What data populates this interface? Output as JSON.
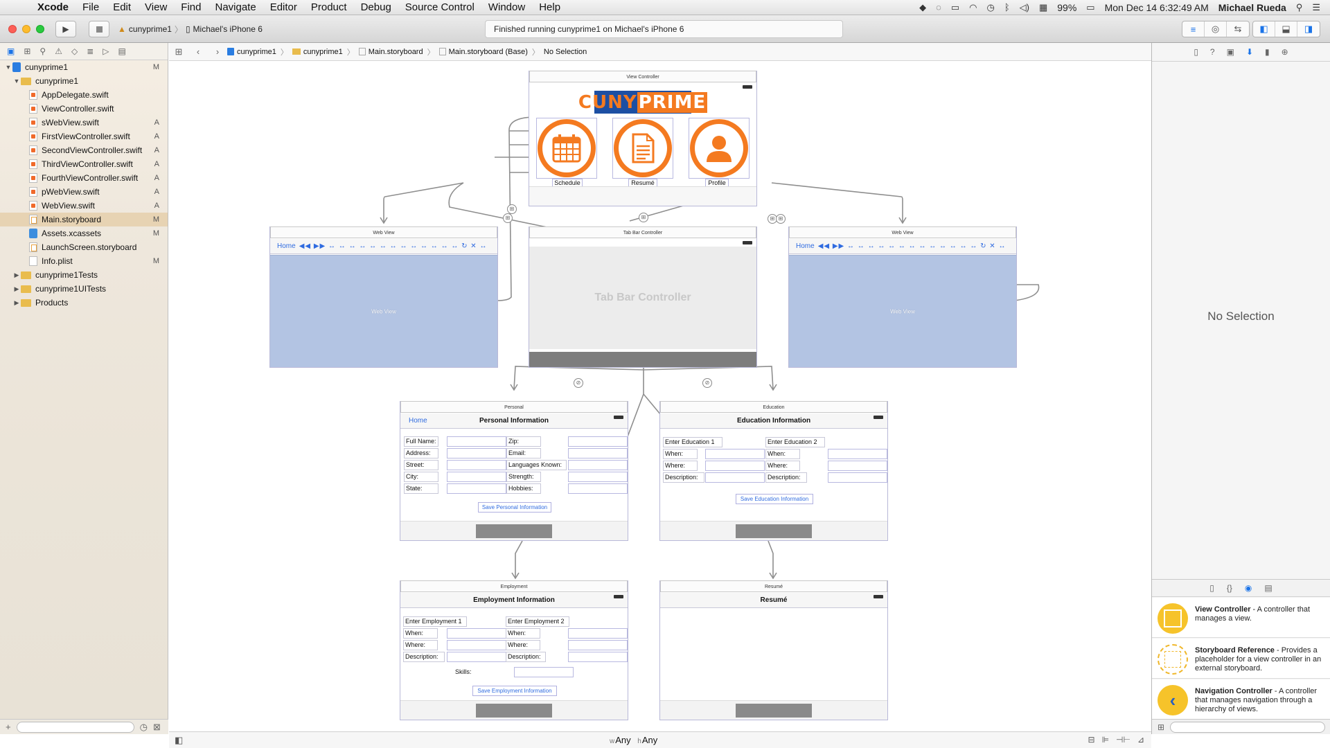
{
  "menubar": {
    "app": "Xcode",
    "items": [
      "File",
      "Edit",
      "View",
      "Find",
      "Navigate",
      "Editor",
      "Product",
      "Debug",
      "Source Control",
      "Window",
      "Help"
    ],
    "battery": "99%",
    "datetime": "Mon Dec 14  6:32:49 AM",
    "user": "Michael Rueda"
  },
  "toolbar": {
    "scheme": "cunyprime1",
    "device": "Michael's iPhone 6",
    "activity": "Finished running cunyprime1 on Michael's iPhone 6"
  },
  "navigator": {
    "items": [
      {
        "label": "cunyprime1",
        "badge": "M",
        "kind": "proj"
      },
      {
        "label": "cunyprime1",
        "badge": "",
        "kind": "folder"
      },
      {
        "label": "AppDelegate.swift",
        "badge": "",
        "kind": "swift"
      },
      {
        "label": "ViewController.swift",
        "badge": "",
        "kind": "swift"
      },
      {
        "label": "sWebView.swift",
        "badge": "A",
        "kind": "swift"
      },
      {
        "label": "FirstViewController.swift",
        "badge": "A",
        "kind": "swift"
      },
      {
        "label": "SecondViewController.swift",
        "badge": "A",
        "kind": "swift"
      },
      {
        "label": "ThirdViewController.swift",
        "badge": "A",
        "kind": "swift"
      },
      {
        "label": "FourthViewController.swift",
        "badge": "A",
        "kind": "swift"
      },
      {
        "label": "pWebView.swift",
        "badge": "A",
        "kind": "swift"
      },
      {
        "label": "WebView.swift",
        "badge": "A",
        "kind": "swift"
      },
      {
        "label": "Main.storyboard",
        "badge": "M",
        "kind": "sb"
      },
      {
        "label": "Assets.xcassets",
        "badge": "M",
        "kind": "assets"
      },
      {
        "label": "LaunchScreen.storyboard",
        "badge": "",
        "kind": "sb"
      },
      {
        "label": "Info.plist",
        "badge": "M",
        "kind": "plist"
      },
      {
        "label": "cunyprime1Tests",
        "badge": "",
        "kind": "folder"
      },
      {
        "label": "cunyprime1UITests",
        "badge": "",
        "kind": "folder"
      },
      {
        "label": "Products",
        "badge": "",
        "kind": "folder"
      }
    ],
    "selected_index": 11
  },
  "jumpbar": {
    "crumbs": [
      "cunyprime1",
      "cunyprime1",
      "Main.storyboard",
      "Main.storyboard (Base)",
      "No Selection"
    ]
  },
  "storyboard": {
    "view_controller": {
      "title": "View Controller",
      "logo_a": "CUNY",
      "logo_b": "PRIME",
      "labels": [
        "Schedule",
        "Resumé",
        "Profile"
      ]
    },
    "tab_bar_controller": {
      "title": "Tab Bar Controller",
      "placeholder": "Tab Bar Controller"
    },
    "web_view_left": {
      "title": "Web View",
      "home": "Home",
      "body": "Web View"
    },
    "web_view_right": {
      "title": "Web View",
      "home": "Home",
      "body": "Web View"
    },
    "personal": {
      "title": "Personal",
      "home": "Home",
      "heading": "Personal Information",
      "left_fields": [
        "Full Name:",
        "Address:",
        "Street:",
        "City:",
        "State:"
      ],
      "right_fields": [
        "Zip:",
        "Email:",
        "Languages Known:",
        "Strength:",
        "Hobbies:"
      ],
      "button": "Save Personal Information"
    },
    "education": {
      "title": "Education",
      "heading": "Education Information",
      "col1_header": "Enter Education 1",
      "col2_header": "Enter Education 2",
      "fields": [
        "When:",
        "Where:",
        "Description:"
      ],
      "button": "Save Education Information"
    },
    "employment": {
      "title": "Employment",
      "heading": "Employment Information",
      "col1_header": "Enter Employment 1",
      "col2_header": "Enter Employment 2",
      "fields": [
        "When:",
        "Where:",
        "Description:"
      ],
      "skills": "Skills:",
      "button": "Save Employment Information"
    },
    "resume": {
      "title": "Resumé",
      "heading": "Resumé"
    }
  },
  "inspector": {
    "empty_text": "No Selection",
    "library": [
      {
        "title": "View Controller",
        "desc": " - A controller that manages a view."
      },
      {
        "title": "Storyboard Reference",
        "desc": " - Provides a placeholder for a view controller in an external storyboard."
      },
      {
        "title": "Navigation Controller",
        "desc": " - A controller that manages navigation through a hierarchy of views."
      }
    ]
  },
  "canvas_bottom": {
    "w_label": "w",
    "w_value": "Any",
    "h_label": "h",
    "h_value": "Any"
  },
  "colors": {
    "accent": "#1a73e8",
    "brand_orange": "#f47a20",
    "selection": "#e7d3b3",
    "webview_blue": "#b3c4e3"
  }
}
